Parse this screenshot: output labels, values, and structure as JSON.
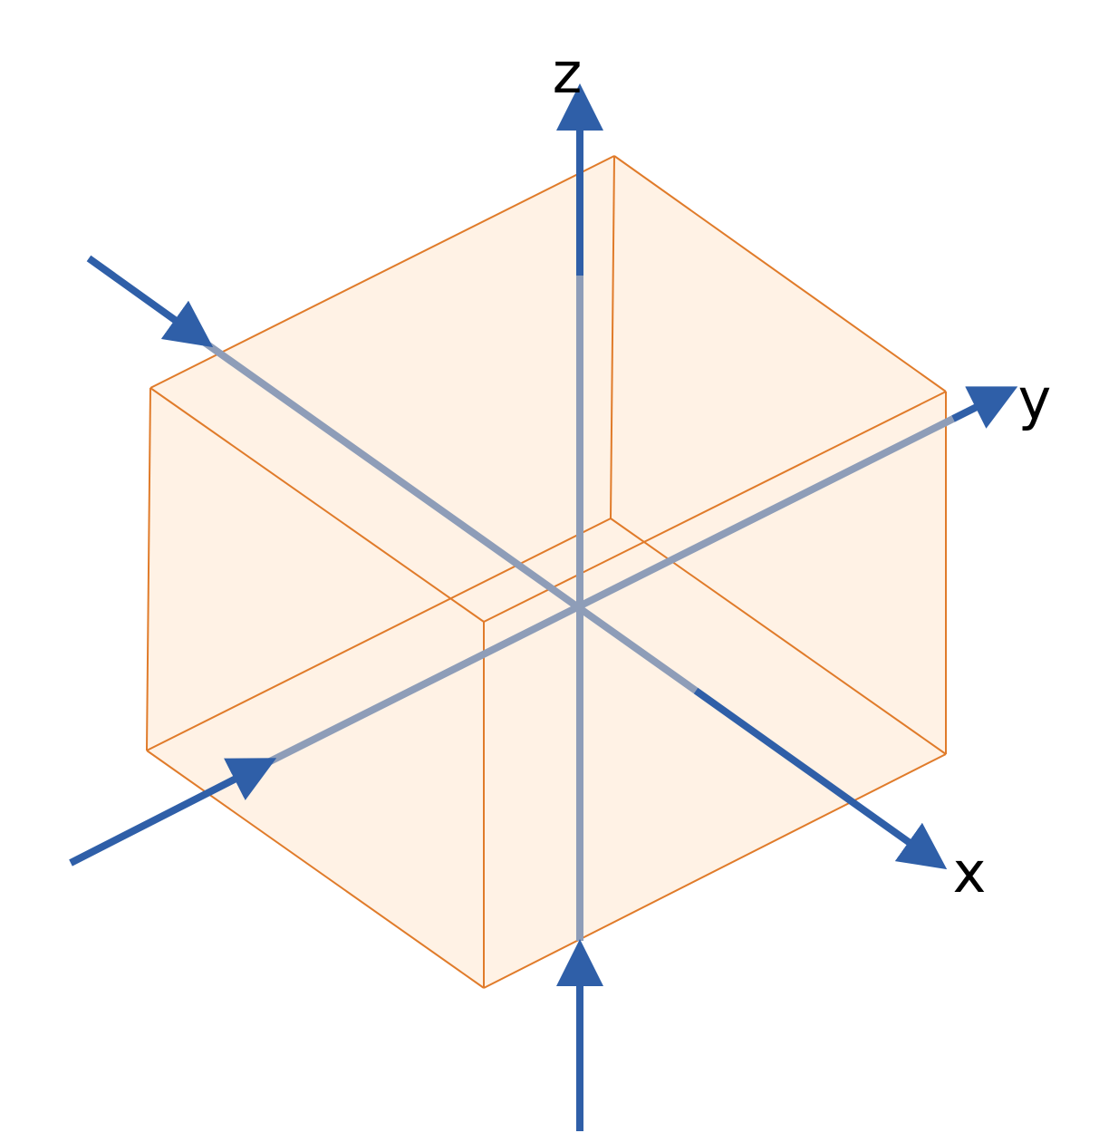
{
  "diagram": {
    "labels": {
      "x": "x",
      "y": "y",
      "z": "z"
    },
    "colors": {
      "box_fill": "#fff2e5",
      "box_edge": "#e07b2a",
      "axis_arrow": "#2f5fa8",
      "axis_inside": "#8e9db8",
      "label": "#000000"
    }
  }
}
